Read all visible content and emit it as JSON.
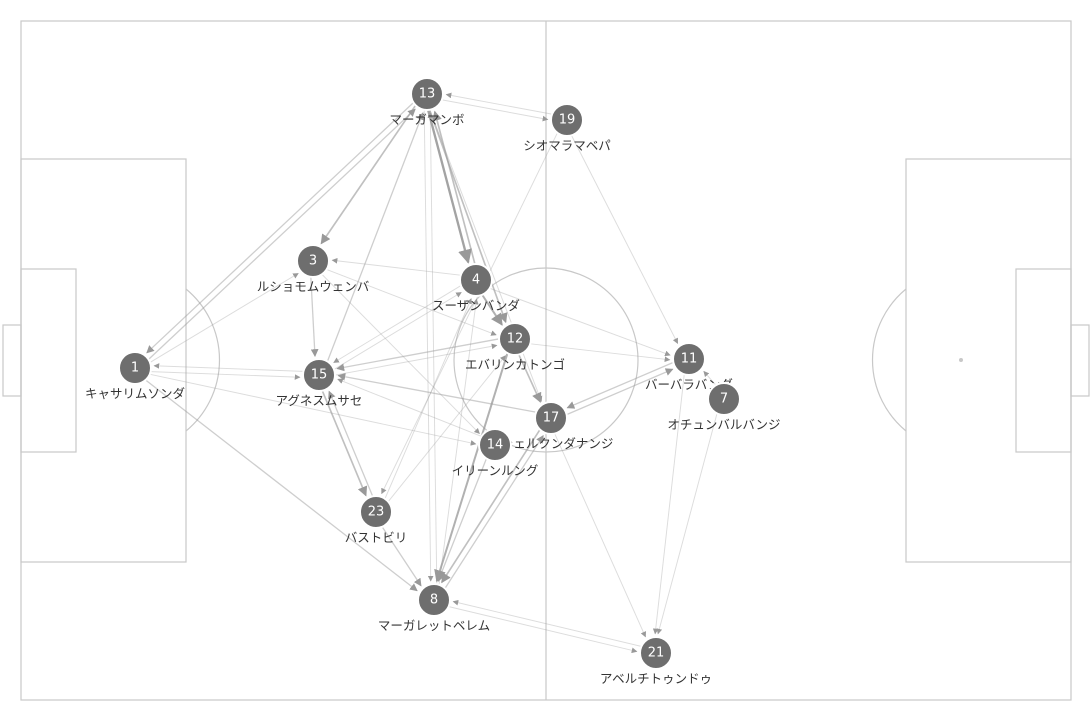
{
  "colors": {
    "pitch_line": "#c8c8c8",
    "node_fill": "#6e6e6e",
    "node_text": "#ffffff",
    "label_text": "#333333",
    "edge": "#999999"
  },
  "players": [
    {
      "number": "1",
      "name": "キャサリムソンダ"
    },
    {
      "number": "3",
      "name": "ルショモムウェンバ"
    },
    {
      "number": "15",
      "name": "アグネスムサセ"
    },
    {
      "number": "13",
      "name": "マーガマンボ"
    },
    {
      "number": "19",
      "name": "シオマラマベパ"
    },
    {
      "number": "4",
      "name": "スーザンバンダ"
    },
    {
      "number": "12",
      "name": "エバリンカトンゴ"
    },
    {
      "number": "11",
      "name": "バーバラバンダ"
    },
    {
      "number": "7",
      "name": "オチュンバルバンジ"
    },
    {
      "number": "17",
      "name": "ラシェルクンダナンジ"
    },
    {
      "number": "14",
      "name": "イリーンルング"
    },
    {
      "number": "23",
      "name": "バストビリ"
    },
    {
      "number": "8",
      "name": "マーガレットベレム"
    },
    {
      "number": "21",
      "name": "アベルチトゥンドゥ"
    }
  ],
  "passes": [
    {
      "from": "13",
      "to": "4",
      "weight": 5
    },
    {
      "from": "4",
      "to": "13",
      "weight": 3
    },
    {
      "from": "4",
      "to": "12",
      "weight": 4
    },
    {
      "from": "13",
      "to": "12",
      "weight": 3
    },
    {
      "from": "13",
      "to": "3",
      "weight": 3
    },
    {
      "from": "12",
      "to": "8",
      "weight": 4
    },
    {
      "from": "12",
      "to": "17",
      "weight": 3
    },
    {
      "from": "15",
      "to": "23",
      "weight": 3
    },
    {
      "from": "23",
      "to": "15",
      "weight": 2
    },
    {
      "from": "23",
      "to": "8",
      "weight": 2
    },
    {
      "from": "17",
      "to": "8",
      "weight": 3
    },
    {
      "from": "8",
      "to": "17",
      "weight": 2
    },
    {
      "from": "17",
      "to": "11",
      "weight": 2
    },
    {
      "from": "11",
      "to": "17",
      "weight": 2
    },
    {
      "from": "1",
      "to": "13",
      "weight": 2
    },
    {
      "from": "13",
      "to": "1",
      "weight": 2
    },
    {
      "from": "1",
      "to": "3",
      "weight": 1
    },
    {
      "from": "1",
      "to": "15",
      "weight": 1
    },
    {
      "from": "15",
      "to": "1",
      "weight": 1
    },
    {
      "from": "1",
      "to": "8",
      "weight": 2
    },
    {
      "from": "3",
      "to": "15",
      "weight": 2
    },
    {
      "from": "15",
      "to": "13",
      "weight": 2
    },
    {
      "from": "15",
      "to": "4",
      "weight": 1
    },
    {
      "from": "4",
      "to": "15",
      "weight": 1
    },
    {
      "from": "4",
      "to": "3",
      "weight": 1
    },
    {
      "from": "12",
      "to": "15",
      "weight": 2
    },
    {
      "from": "17",
      "to": "15",
      "weight": 2
    },
    {
      "from": "19",
      "to": "13",
      "weight": 1
    },
    {
      "from": "13",
      "to": "19",
      "weight": 1
    },
    {
      "from": "19",
      "to": "11",
      "weight": 1
    },
    {
      "from": "19",
      "to": "23",
      "weight": 1
    },
    {
      "from": "4",
      "to": "11",
      "weight": 1
    },
    {
      "from": "12",
      "to": "11",
      "weight": 1
    },
    {
      "from": "11",
      "to": "21",
      "weight": 1
    },
    {
      "from": "7",
      "to": "21",
      "weight": 1
    },
    {
      "from": "17",
      "to": "21",
      "weight": 1
    },
    {
      "from": "21",
      "to": "8",
      "weight": 1
    },
    {
      "from": "8",
      "to": "21",
      "weight": 1
    },
    {
      "from": "14",
      "to": "8",
      "weight": 2
    },
    {
      "from": "14",
      "to": "15",
      "weight": 1
    },
    {
      "from": "23",
      "to": "4",
      "weight": 1
    },
    {
      "from": "13",
      "to": "8",
      "weight": 1
    },
    {
      "from": "3",
      "to": "14",
      "weight": 1
    },
    {
      "from": "15",
      "to": "12",
      "weight": 1
    },
    {
      "from": "8",
      "to": "4",
      "weight": 1
    },
    {
      "from": "13",
      "to": "17",
      "weight": 1
    },
    {
      "from": "3",
      "to": "12",
      "weight": 1
    },
    {
      "from": "23",
      "to": "12",
      "weight": 1
    },
    {
      "from": "8",
      "to": "13",
      "weight": 1
    },
    {
      "from": "1",
      "to": "14",
      "weight": 1
    },
    {
      "from": "7",
      "to": "11",
      "weight": 1
    }
  ]
}
